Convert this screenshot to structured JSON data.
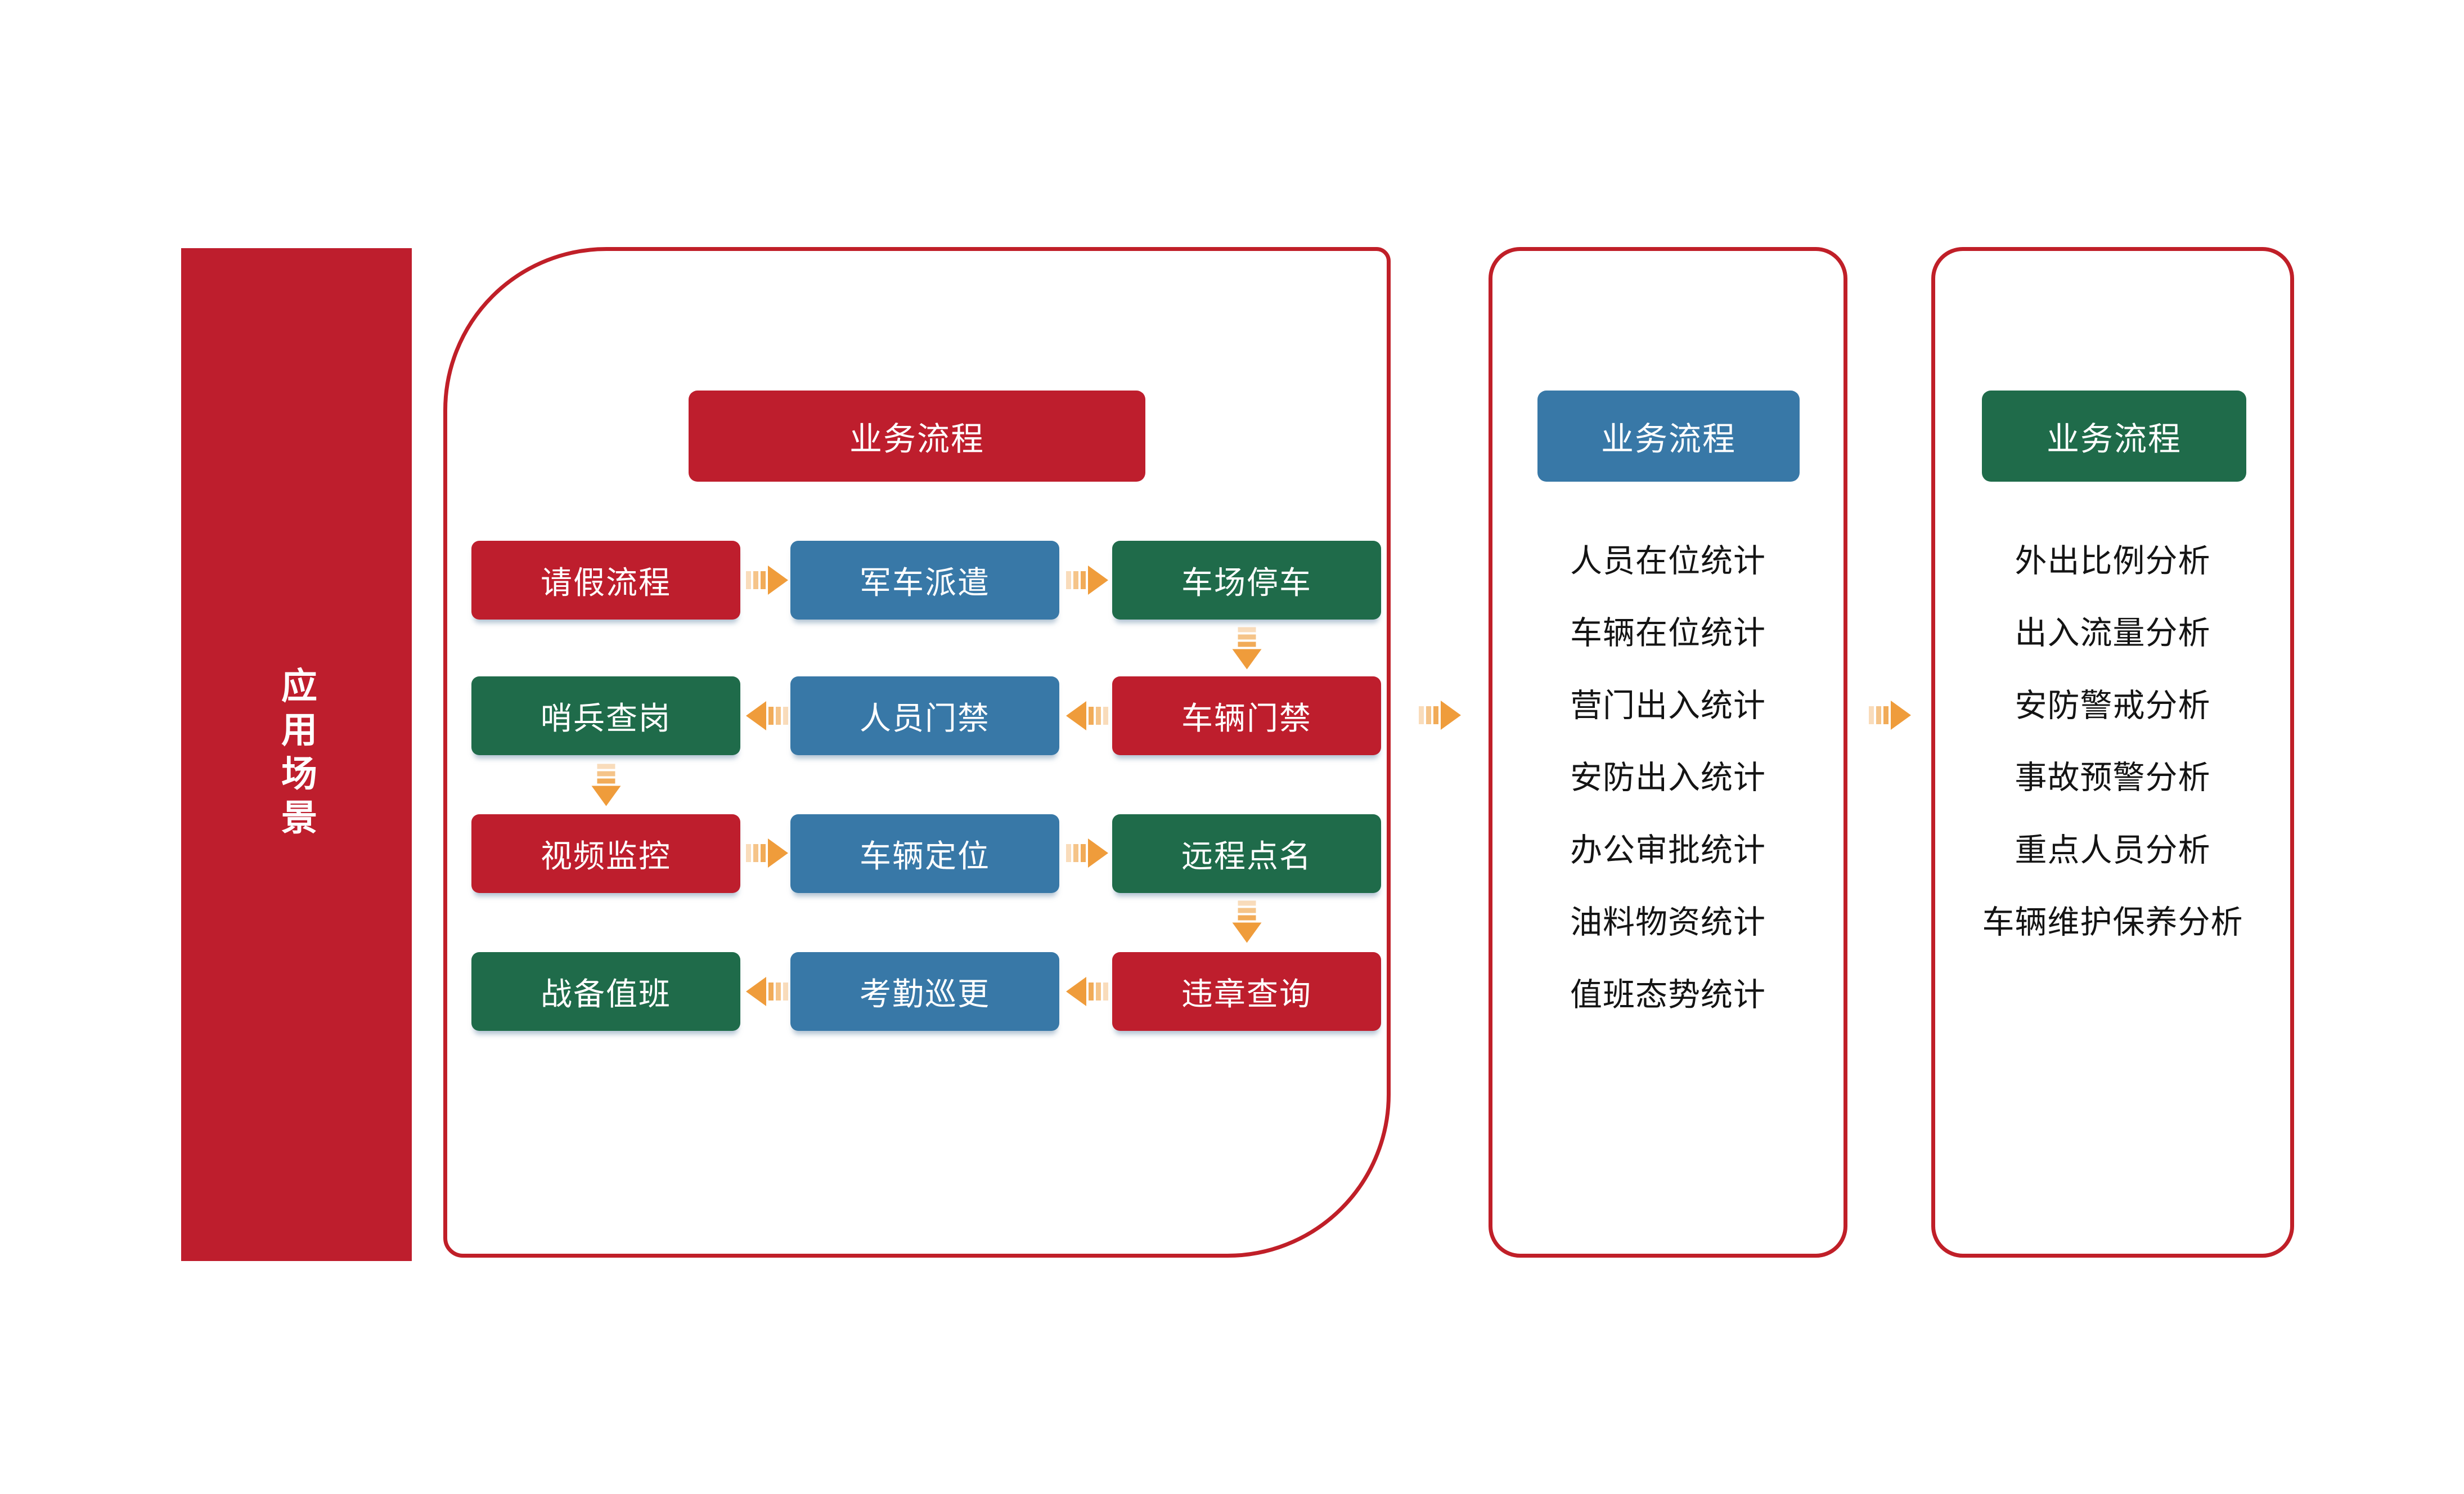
{
  "page": {
    "background": "#ffffff"
  },
  "colors": {
    "red": "#be1e2d",
    "blue": "#3878a7",
    "green": "#1f6b4a",
    "orange": "#ef9c3b",
    "panel_border": "#c01f28",
    "list_text": "#141414"
  },
  "sidebar": {
    "title": "应用场景"
  },
  "flow_panel": {
    "header": "业务流程",
    "rows": [
      {
        "direction": "right",
        "cells": [
          {
            "label": "请假流程",
            "color": "red"
          },
          {
            "label": "军车派遣",
            "color": "blue"
          },
          {
            "label": "车场停车",
            "color": "green"
          }
        ]
      },
      {
        "direction": "left",
        "cells": [
          {
            "label": "哨兵查岗",
            "color": "green"
          },
          {
            "label": "人员门禁",
            "color": "blue"
          },
          {
            "label": "车辆门禁",
            "color": "red"
          }
        ]
      },
      {
        "direction": "right",
        "cells": [
          {
            "label": "视频监控",
            "color": "red"
          },
          {
            "label": "车辆定位",
            "color": "blue"
          },
          {
            "label": "远程点名",
            "color": "green"
          }
        ]
      },
      {
        "direction": "left",
        "cells": [
          {
            "label": "战备值班",
            "color": "green"
          },
          {
            "label": "考勤巡更",
            "color": "blue"
          },
          {
            "label": "违章查询",
            "color": "red"
          }
        ]
      }
    ]
  },
  "stats_panel": {
    "header": "业务流程",
    "items": [
      "人员在位统计",
      "车辆在位统计",
      "营门出入统计",
      "安防出入统计",
      "办公审批统计",
      "油料物资统计",
      "值班态势统计"
    ]
  },
  "analysis_panel": {
    "header": "业务流程",
    "items": [
      "外出比例分析",
      "出入流量分析",
      "安防警戒分析",
      "事故预警分析",
      "重点人员分析",
      "车辆维护保养分析"
    ]
  }
}
